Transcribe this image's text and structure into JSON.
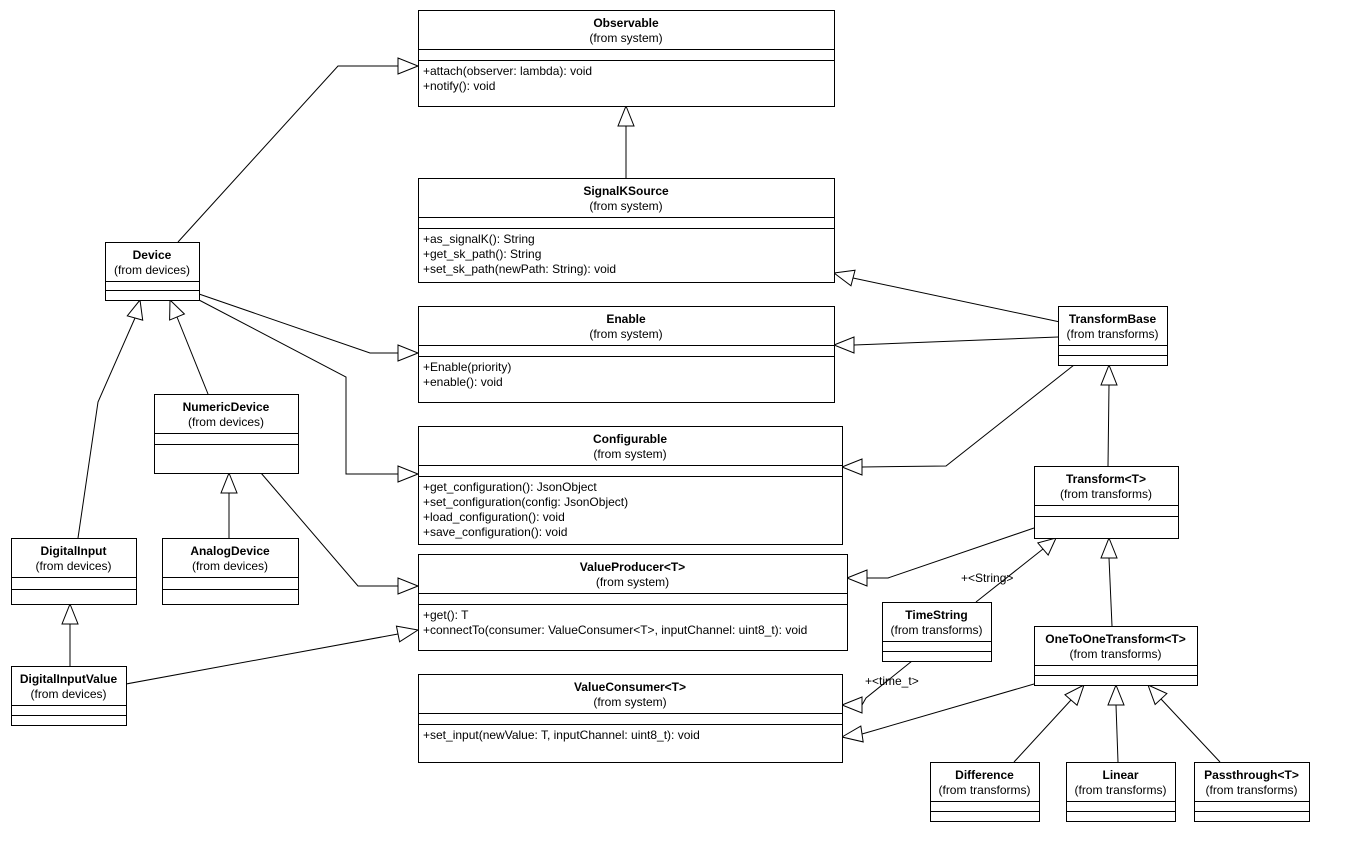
{
  "classes": {
    "observable": {
      "name": "Observable",
      "pkg": "(from system)",
      "ops": [
        "+attach(observer: lambda): void",
        "+notify(): void"
      ]
    },
    "signalksource": {
      "name": "SignalKSource",
      "pkg": "(from system)",
      "ops": [
        "+as_signalK(): String",
        "+get_sk_path(): String",
        "+set_sk_path(newPath: String): void"
      ]
    },
    "enable": {
      "name": "Enable",
      "pkg": "(from system)",
      "ops": [
        "+Enable(priority)",
        "+enable(): void"
      ]
    },
    "configurable": {
      "name": "Configurable",
      "pkg": "(from system)",
      "ops": [
        "+get_configuration(): JsonObject",
        "+set_configuration(config: JsonObject)",
        "+load_configuration(): void",
        "+save_configuration(): void"
      ]
    },
    "valueproducer": {
      "name": "ValueProducer<T>",
      "pkg": "(from system)",
      "ops": [
        "+get(): T",
        "+connectTo(consumer: ValueConsumer<T>, inputChannel: uint8_t): void"
      ]
    },
    "valueconsumer": {
      "name": "ValueConsumer<T>",
      "pkg": "(from system)",
      "ops": [
        "+set_input(newValue: T, inputChannel: uint8_t): void"
      ]
    },
    "device": {
      "name": "Device",
      "pkg": "(from devices)",
      "ops": []
    },
    "numericdevice": {
      "name": "NumericDevice",
      "pkg": "(from devices)",
      "ops": []
    },
    "analogdevice": {
      "name": "AnalogDevice",
      "pkg": "(from devices)",
      "ops": []
    },
    "digitalinput": {
      "name": "DigitalInput",
      "pkg": "(from devices)",
      "ops": []
    },
    "digitalinputvalue": {
      "name": "DigitalInputValue",
      "pkg": "(from devices)",
      "ops": []
    },
    "transformbase": {
      "name": "TransformBase",
      "pkg": "(from transforms)",
      "ops": []
    },
    "transform": {
      "name": "Transform<T>",
      "pkg": "(from transforms)",
      "ops": []
    },
    "timestring": {
      "name": "TimeString",
      "pkg": "(from transforms)",
      "ops": []
    },
    "onetoone": {
      "name": "OneToOneTransform<T>",
      "pkg": "(from transforms)",
      "ops": []
    },
    "difference": {
      "name": "Difference",
      "pkg": "(from transforms)",
      "ops": []
    },
    "linear": {
      "name": "Linear",
      "pkg": "(from transforms)",
      "ops": []
    },
    "passthrough": {
      "name": "Passthrough<T>",
      "pkg": "(from transforms)",
      "ops": []
    }
  },
  "bindings": {
    "transform_string": "+<String>",
    "time_t": "+<time_t>"
  }
}
